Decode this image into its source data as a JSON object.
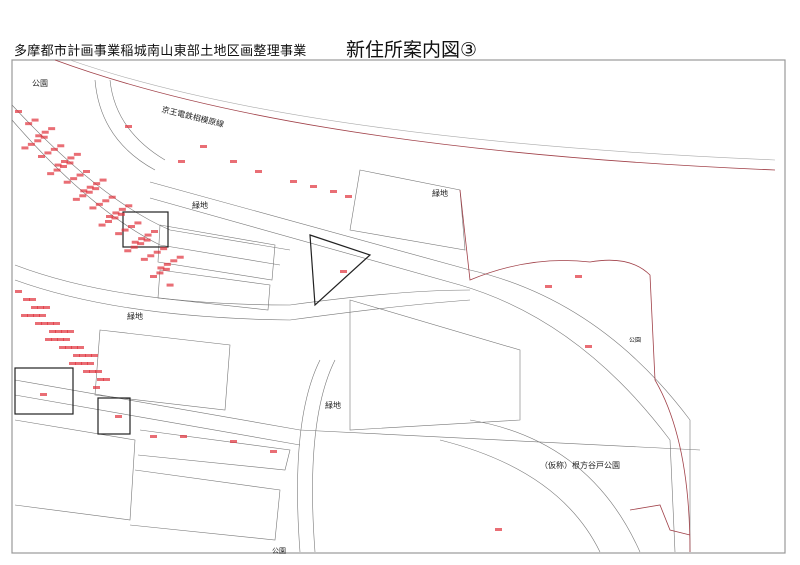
{
  "header": {
    "project_name": "多摩都市計画事業稲城南山東部土地区画整理事業",
    "map_title": "新住所案内図③"
  },
  "map_labels": {
    "park_top_left": "公園",
    "railway": "京王電鉄相模原線",
    "green_1": "緑地",
    "green_2": "緑地",
    "green_3": "緑地",
    "green_4": "緑地",
    "park_small_right": "公園",
    "park_large": "（仮称）根方谷戸公園",
    "park_bottom": "公園"
  },
  "colors": {
    "parcel_number": "#e0303a",
    "boundary": "#a04048",
    "lines": "#777777"
  }
}
